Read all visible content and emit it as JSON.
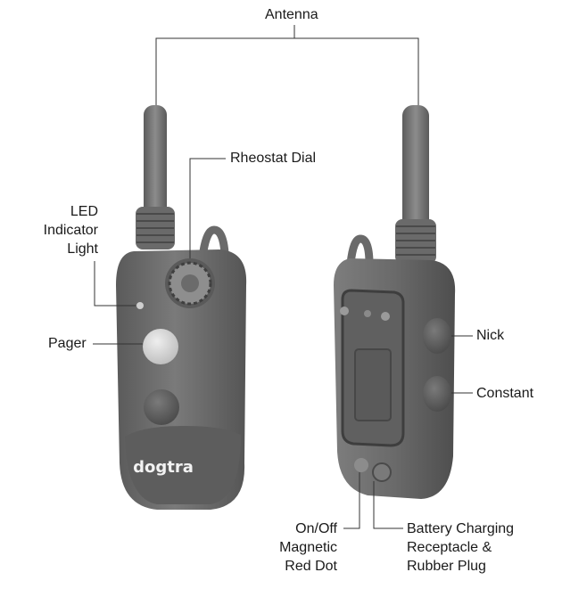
{
  "labels": {
    "antenna": "Antenna",
    "rheostat": "Rheostat Dial",
    "led": [
      "LED",
      "Indicator",
      "Light"
    ],
    "pager": "Pager",
    "nick": "Nick",
    "constant": "Constant",
    "onoff": [
      "On/Off",
      "Magnetic",
      "Red Dot"
    ],
    "battery": [
      "Battery Charging",
      "Receptacle &",
      "Rubber Plug"
    ]
  },
  "brand": "dogtra",
  "colors": {
    "body": "#6e6e6e",
    "body_dark": "#4f4f4f",
    "body_light": "#8a8a8a",
    "button": "#d8d8d8",
    "line": "#333333",
    "text": "#1a1a1a"
  }
}
